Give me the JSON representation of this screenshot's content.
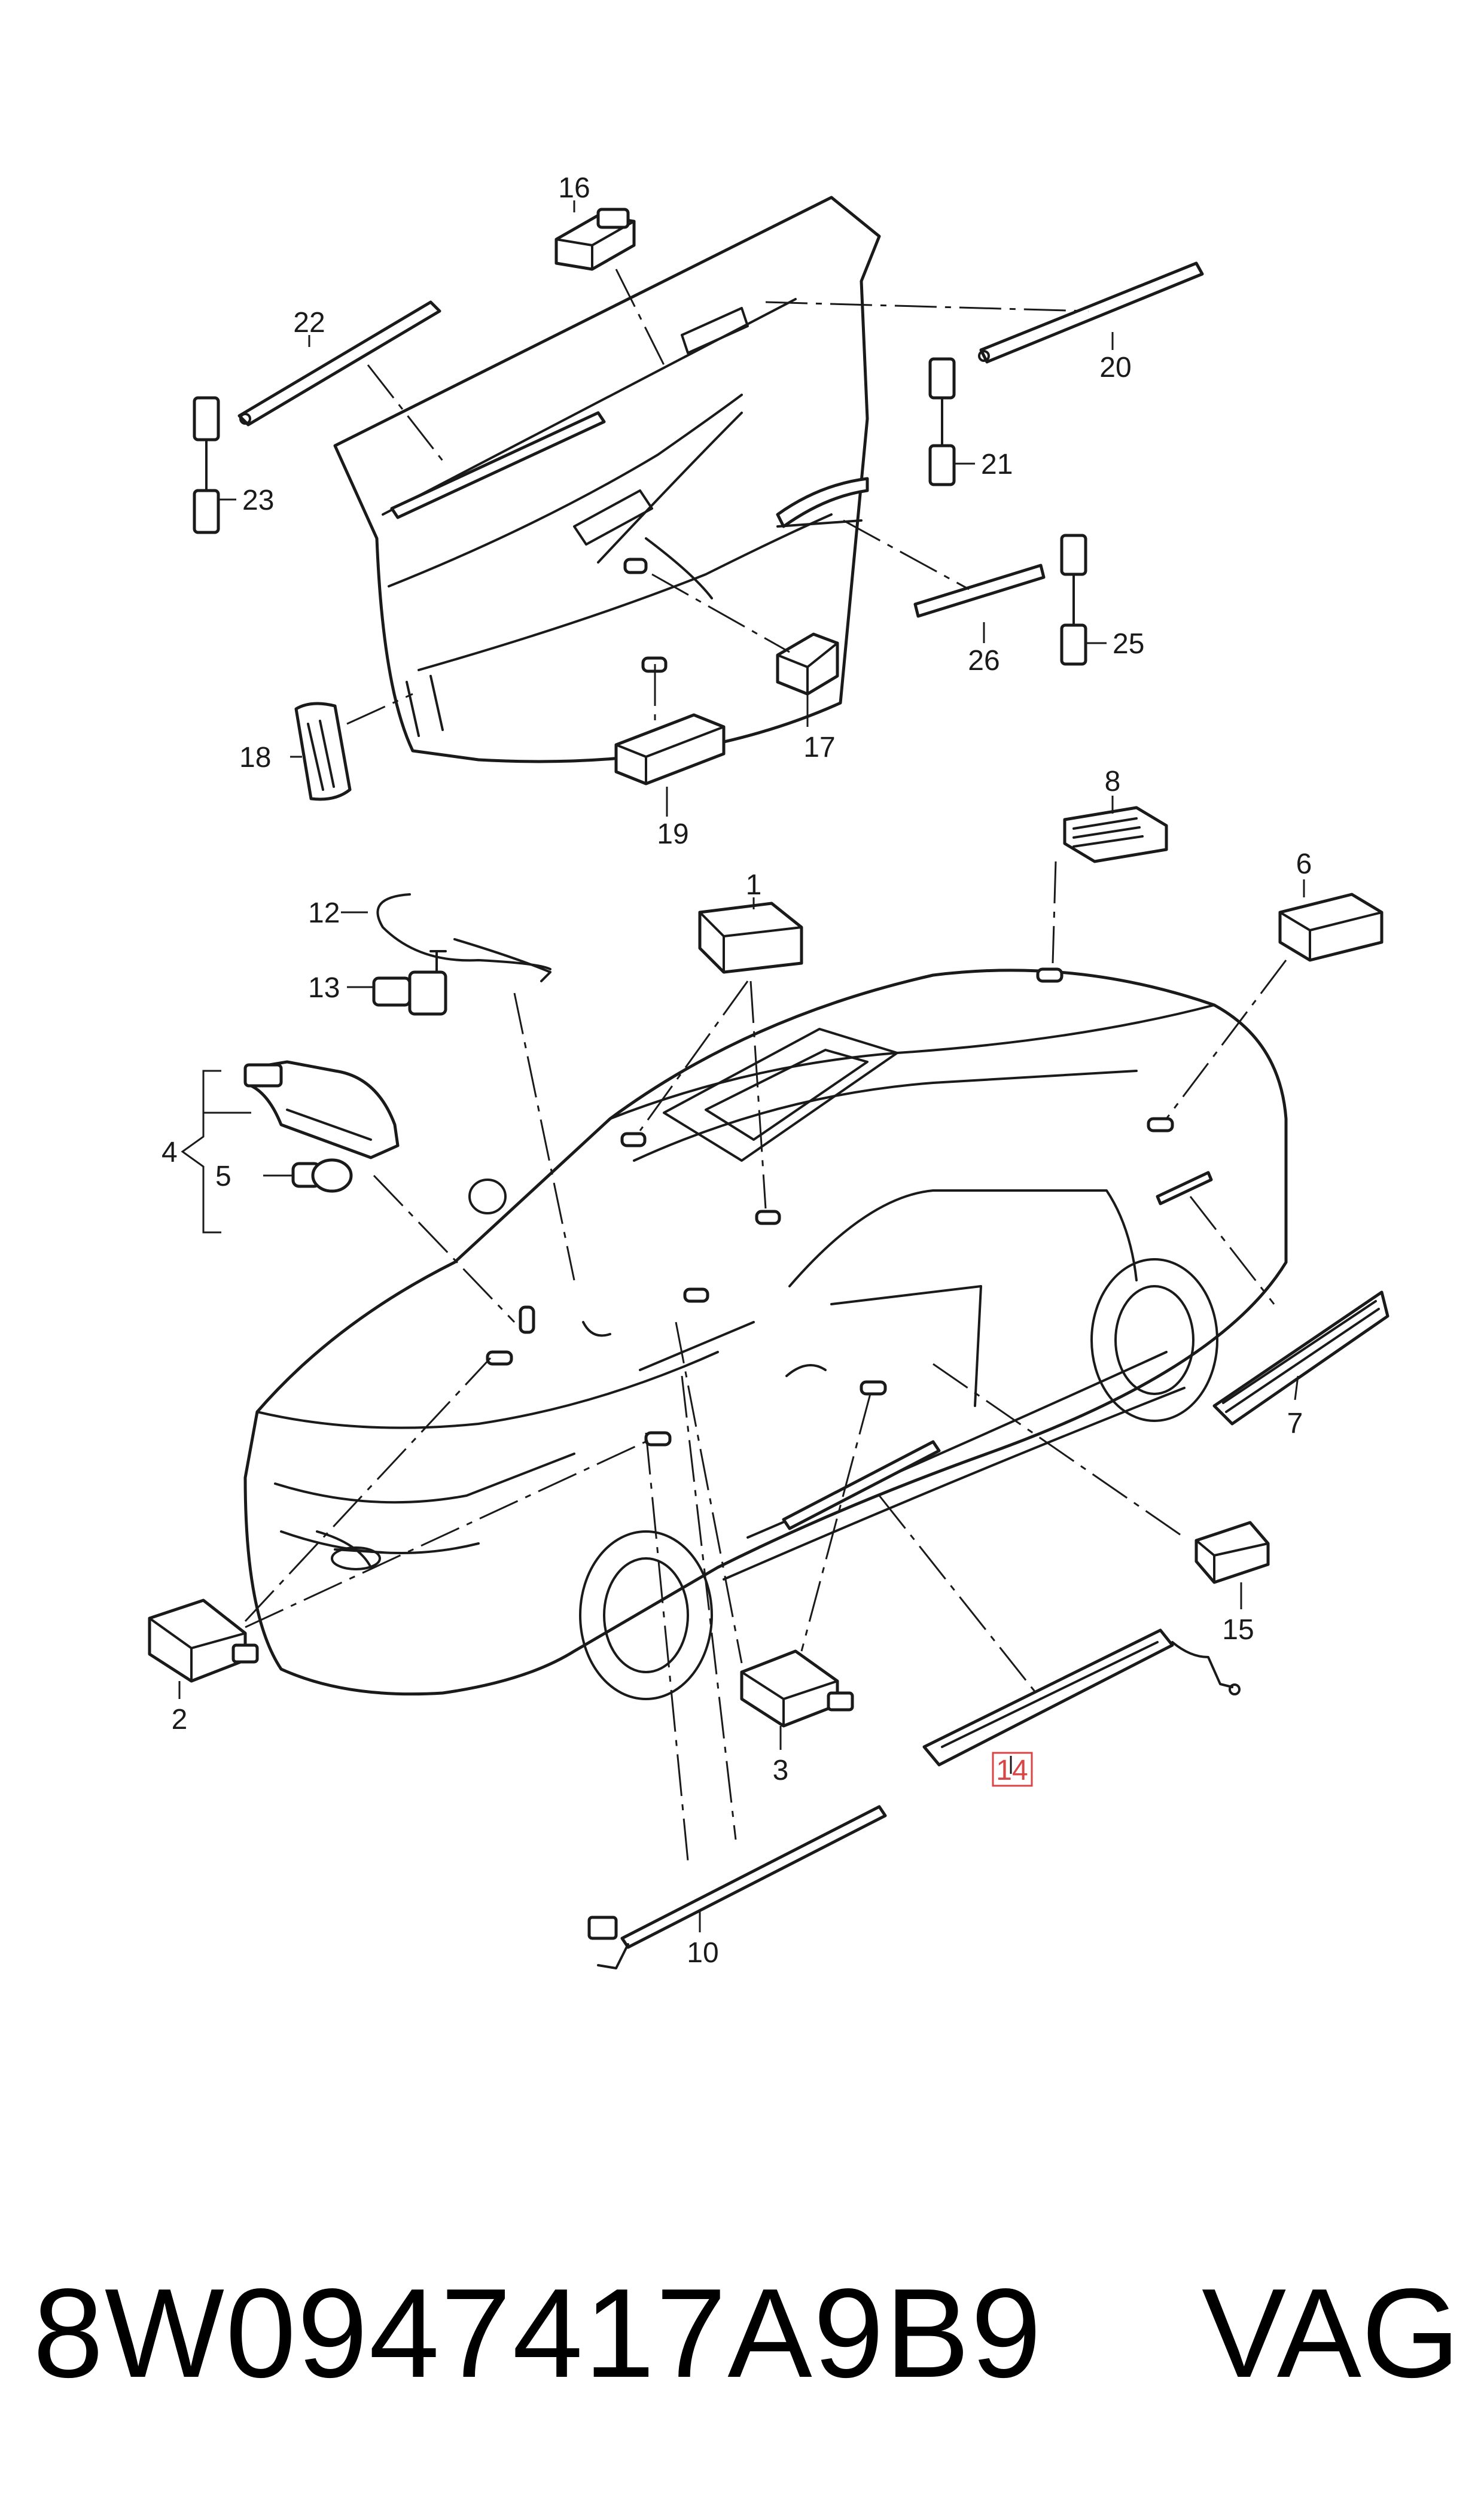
{
  "callouts": {
    "c1": "1",
    "c2": "2",
    "c3": "3",
    "c4": "4",
    "c5": "5",
    "c6": "6",
    "c7": "7",
    "c8": "8",
    "c10": "10",
    "c12": "12",
    "c13": "13",
    "c14": "14",
    "c15": "15",
    "c16": "16",
    "c17": "17",
    "c18": "18",
    "c19": "19",
    "c20": "20",
    "c21": "21",
    "c22": "22",
    "c23": "23",
    "c25": "25",
    "c26": "26"
  },
  "highlighted_callout": "14",
  "highlight_color": "#d94444",
  "footer": {
    "part_number": "8W0947417A9B9",
    "brand": "VAG"
  }
}
